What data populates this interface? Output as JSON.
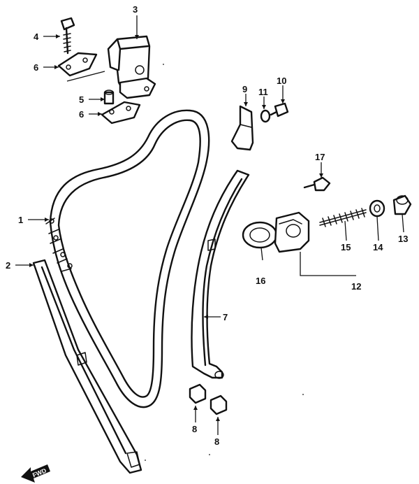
{
  "diagram": {
    "callouts": [
      {
        "id": "c1",
        "label": "1"
      },
      {
        "id": "c2",
        "label": "2"
      },
      {
        "id": "c3",
        "label": "3"
      },
      {
        "id": "c4",
        "label": "4"
      },
      {
        "id": "c5",
        "label": "5"
      },
      {
        "id": "c6a",
        "label": "6"
      },
      {
        "id": "c6b",
        "label": "6"
      },
      {
        "id": "c7",
        "label": "7"
      },
      {
        "id": "c8a",
        "label": "8"
      },
      {
        "id": "c8b",
        "label": "8"
      },
      {
        "id": "c9",
        "label": "9"
      },
      {
        "id": "c10",
        "label": "10"
      },
      {
        "id": "c11",
        "label": "11"
      },
      {
        "id": "c12",
        "label": "12"
      },
      {
        "id": "c13",
        "label": "13"
      },
      {
        "id": "c14",
        "label": "14"
      },
      {
        "id": "c15",
        "label": "15"
      },
      {
        "id": "c16",
        "label": "16"
      },
      {
        "id": "c17",
        "label": "17"
      }
    ],
    "forward_arrow_label": "FWD"
  }
}
